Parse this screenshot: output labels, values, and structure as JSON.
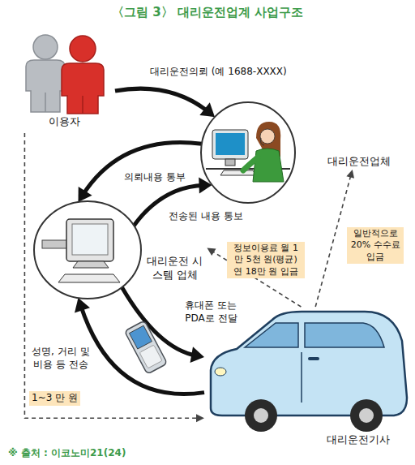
{
  "diagram": {
    "title": "〈그림 3〉 대리운전업계 사업구조",
    "caption": "※ 출처 : 이코노미21(24)",
    "nodes": [
      {
        "text": [
          "이용자"
        ]
      },
      {
        "text": []
      },
      {
        "text": [
          "대리운전 시스템 업체"
        ]
      },
      {
        "text": [
          "대리운전업체"
        ]
      },
      {
        "text": [
          "대리운전기사"
        ]
      }
    ],
    "edges": [
      {
        "from": 0,
        "to": 1,
        "arrow": "to",
        "label": "대리운전의뢰 (예 1688-XXXX)"
      },
      {
        "from": 1,
        "to": 2,
        "arrow": "to",
        "label": "의뢰내용 통부"
      },
      {
        "from": 2,
        "to": 1,
        "arrow": "to",
        "label": "전송된 내용 통보"
      },
      {
        "from": 2,
        "to": 4,
        "arrow": "to",
        "label": "휴대폰 또는 PDA로 전달"
      },
      {
        "from": 4,
        "to": 2,
        "arrow": "to",
        "label": "성명, 거리 및 비용 등 전송"
      },
      {
        "from": 4,
        "to": 2,
        "arrow": "to",
        "label": "정보이용료 월 1만 5천 원(평균) 연 18만 원 입금"
      },
      {
        "from": 4,
        "to": 3,
        "arrow": "to",
        "label": "일반적으로 20% 수수료 입금"
      },
      {
        "from": 0,
        "to": 4,
        "arrow": "to",
        "label": "1~3 만 원"
      }
    ]
  }
}
